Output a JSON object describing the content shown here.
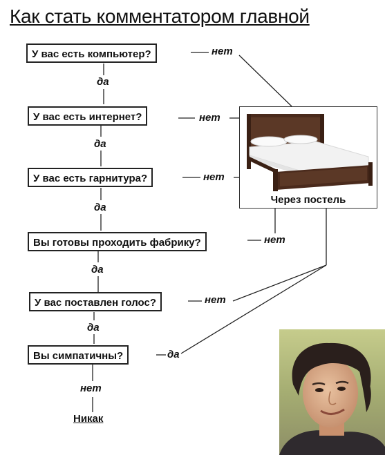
{
  "title": "Как стать комментатором главной",
  "questions": [
    "У вас есть компьютер?",
    "У вас есть интернет?",
    "У вас есть гарнитура?",
    "Вы готовы проходить фабрику?",
    "У вас поставлен голос?",
    "Вы симпатичны?"
  ],
  "yes_labels": [
    "да",
    "да",
    "да",
    "да",
    "да"
  ],
  "side_labels": [
    "нет",
    "нет",
    "нет",
    "нет",
    "нет",
    "да"
  ],
  "bottom_label": "нет",
  "result_bed": "Через постель",
  "result_never": "Никак",
  "colors": {
    "bed_frame": "#4a2a1c",
    "bed_sheets": "#f2f2f2",
    "line": "#222222"
  },
  "images": {
    "bed": "bed-image",
    "photo": "person-photo"
  }
}
